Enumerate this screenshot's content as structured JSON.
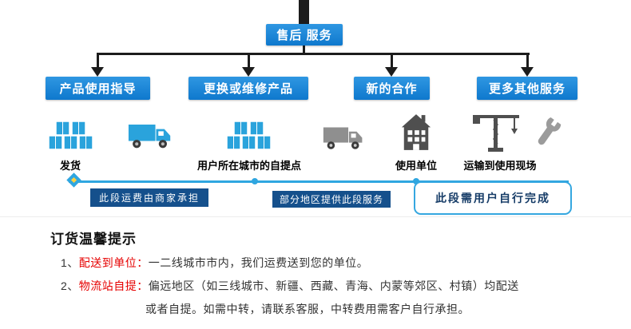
{
  "root": {
    "label": "售后 服务"
  },
  "branches": [
    {
      "label": "产品使用指导"
    },
    {
      "label": "更换或维修产品"
    },
    {
      "label": "新的合作"
    },
    {
      "label": "更多其他服务"
    }
  ],
  "flow": {
    "icons": [
      "cargo-boxes-icon",
      "truck-icon",
      "cargo-boxes-icon",
      "truck-icon",
      "building-icon",
      "crane-icon",
      "wrench-icon"
    ],
    "stations": [
      {
        "label": "发货"
      },
      {
        "label": "用户所在城市的自提点"
      },
      {
        "label": "使用单位"
      },
      {
        "label": "运输到使用现场"
      }
    ],
    "segments": [
      {
        "label": "此段运费由商家承担"
      },
      {
        "label": "部分地区提供此段服务"
      },
      {
        "label": "此段需用户自行完成"
      }
    ]
  },
  "tips": {
    "title": "订货温馨提示",
    "items": [
      {
        "num": "1、",
        "key": "配送到单位：",
        "text": "一二线城市市内，我们运费送到您的单位。"
      },
      {
        "num": "2、",
        "key": "物流站自提：",
        "text": "偏远地区（如三线城市、新疆、西藏、青海、内蒙等郊区、村镇）均配送",
        "text2": "或者自提。如需中转，请联系客服，中转费用需客户自行承担。"
      }
    ]
  },
  "colors": {
    "node_blue": "#1581d3",
    "segment_navy": "#15508c",
    "timeline_blue": "#2fa6e0",
    "accent_red": "#e60000",
    "icon_cyan": "#2aa3dc",
    "icon_gray": "#4f4f4f",
    "connector_black": "#1c1c1c"
  }
}
